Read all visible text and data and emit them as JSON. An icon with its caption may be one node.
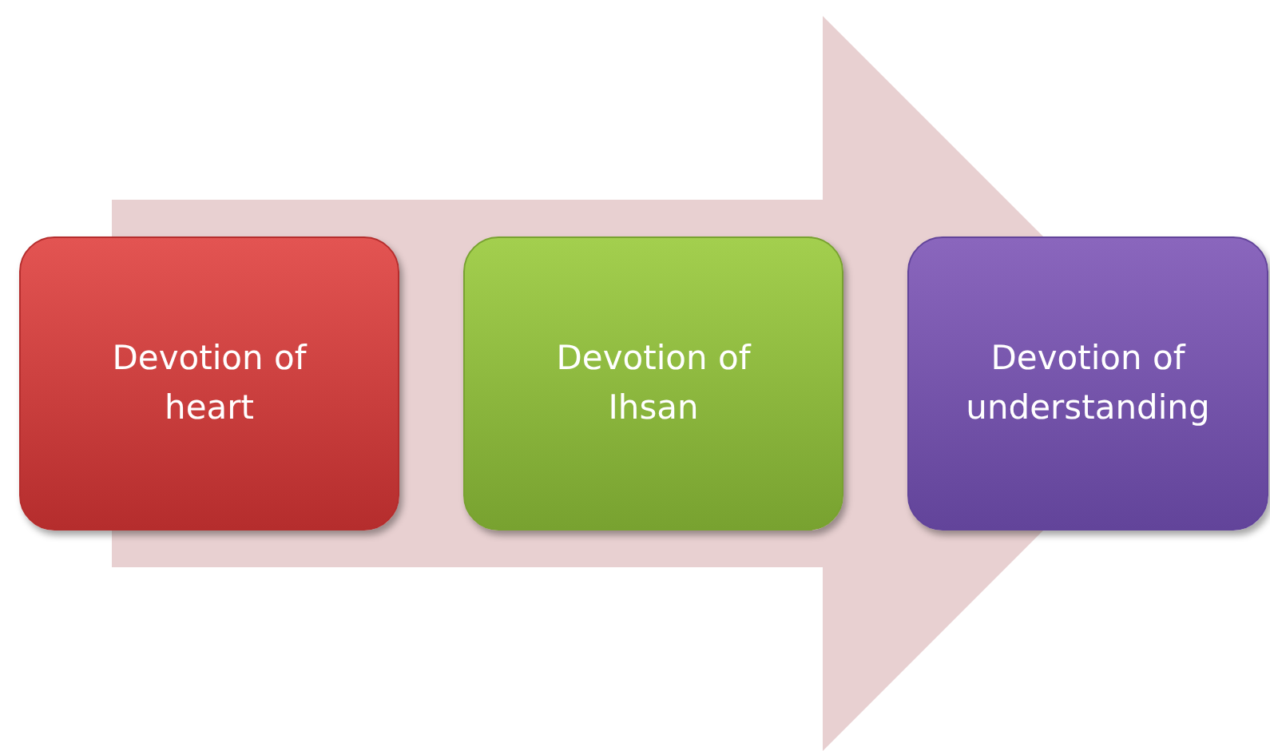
{
  "diagram": {
    "nodes": [
      {
        "text": [
          "Devotion of heart"
        ]
      },
      {
        "text": [
          "Devotion of Ihsan"
        ]
      },
      {
        "text": [
          "Devotion of understanding"
        ]
      }
    ],
    "edges": [
      {
        "from": 0,
        "to": 2,
        "arrow": "to"
      }
    ]
  }
}
